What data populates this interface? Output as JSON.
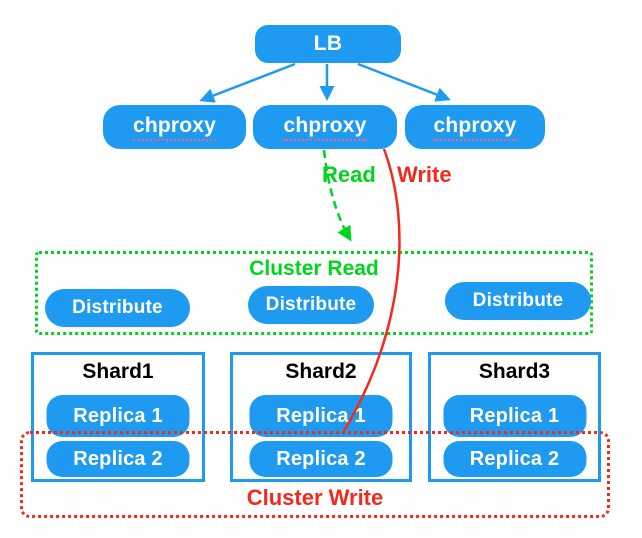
{
  "colors": {
    "node_blue": "#1E9BF0",
    "read_green": "#00d41e",
    "write_red": "#f5281c",
    "node_text": "#ffffff",
    "shard_title_text": "#000000",
    "misspell_underline": "#ff5d7e"
  },
  "lb": {
    "label": "LB"
  },
  "proxies": [
    {
      "label": "chproxy"
    },
    {
      "label": "chproxy"
    },
    {
      "label": "chproxy"
    }
  ],
  "edges": {
    "read_label": "Read",
    "write_label": "Write"
  },
  "cluster_read": {
    "title": "Cluster Read",
    "nodes": [
      {
        "label": "Distribute"
      },
      {
        "label": "Distribute"
      },
      {
        "label": "Distribute"
      }
    ]
  },
  "shards": [
    {
      "title": "Shard1",
      "replicas": [
        "Replica 1",
        "Replica 2"
      ]
    },
    {
      "title": "Shard2",
      "replicas": [
        "Replica 1",
        "Replica 2"
      ]
    },
    {
      "title": "Shard3",
      "replicas": [
        "Replica 1",
        "Replica 2"
      ]
    }
  ],
  "cluster_write": {
    "title": "Cluster Write"
  }
}
